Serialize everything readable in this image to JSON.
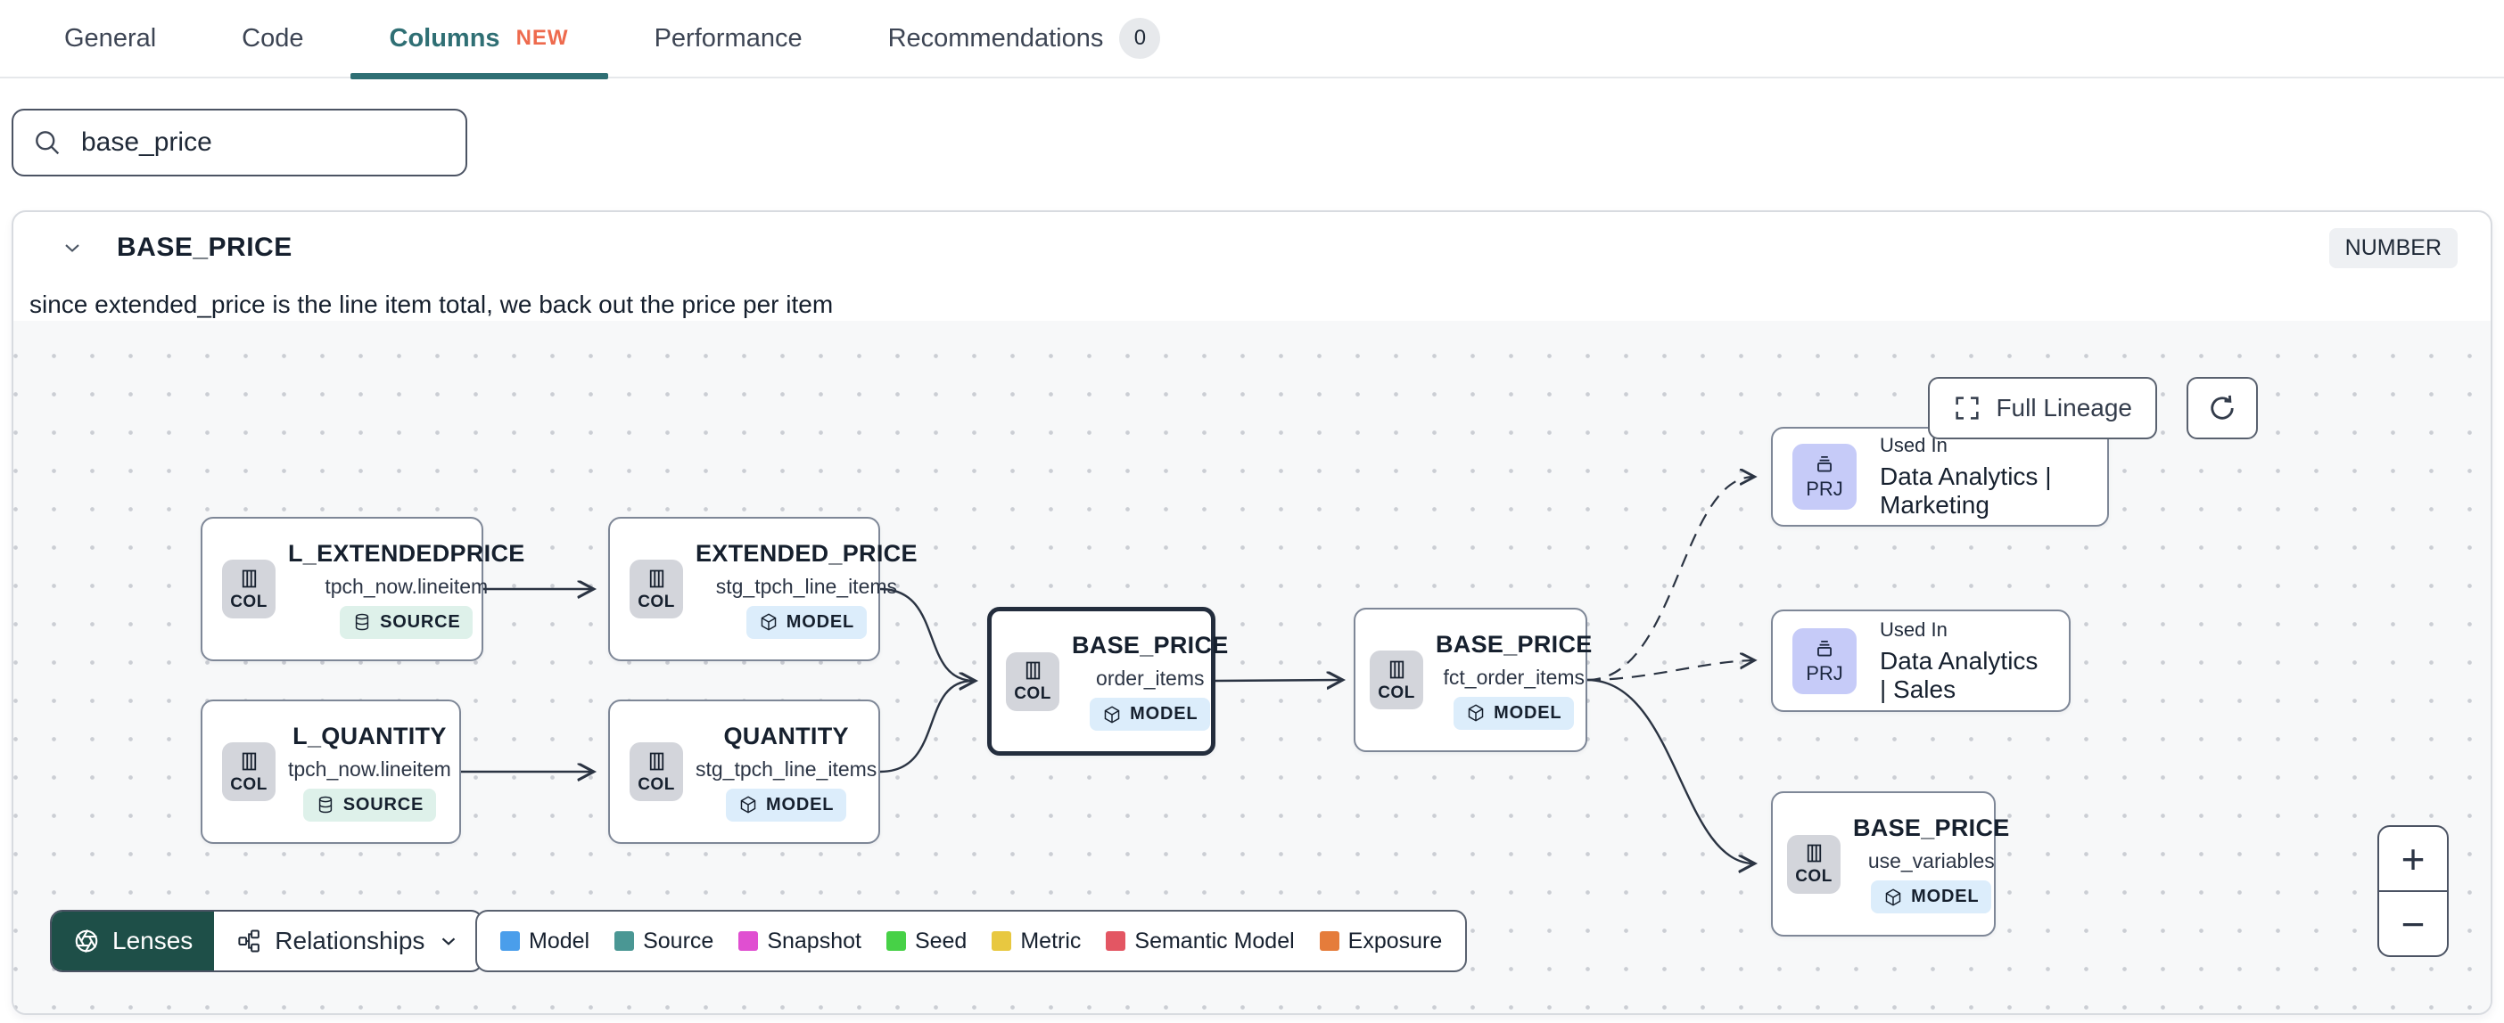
{
  "tabs": {
    "items": [
      {
        "label": "General"
      },
      {
        "label": "Code"
      },
      {
        "label": "Columns",
        "badge": "NEW"
      },
      {
        "label": "Performance"
      },
      {
        "label": "Recommendations",
        "count": "0"
      }
    ]
  },
  "search": {
    "value": "base_price"
  },
  "column": {
    "name": "BASE_PRICE",
    "type": "NUMBER",
    "description": "since extended_price is the line item total, we back out the price per item"
  },
  "lineage": {
    "full_lineage_label": "Full Lineage",
    "nodes": [
      {
        "title": "L_EXTENDEDPRICE",
        "subtitle": "tpch_now.lineitem",
        "icon": "COL",
        "badge": "SOURCE"
      },
      {
        "title": "EXTENDED_PRICE",
        "subtitle": "stg_tpch_line_items",
        "icon": "COL",
        "badge": "MODEL"
      },
      {
        "title": "L_QUANTITY",
        "subtitle": "tpch_now.lineitem",
        "icon": "COL",
        "badge": "SOURCE"
      },
      {
        "title": "QUANTITY",
        "subtitle": "stg_tpch_line_items",
        "icon": "COL",
        "badge": "MODEL"
      },
      {
        "title": "BASE_PRICE",
        "subtitle": "order_items",
        "icon": "COL",
        "badge": "MODEL",
        "selected": true
      },
      {
        "title": "BASE_PRICE",
        "subtitle": "fct_order_items",
        "icon": "COL",
        "badge": "MODEL"
      },
      {
        "eyebrow": "Used In",
        "title": "Data Analytics | Marketing",
        "icon": "PRJ"
      },
      {
        "eyebrow": "Used In",
        "title": "Data Analytics | Sales",
        "icon": "PRJ"
      },
      {
        "title": "BASE_PRICE",
        "subtitle": "use_variables",
        "icon": "COL",
        "badge": "MODEL"
      }
    ],
    "edges": [
      {
        "from": "L_EXTENDEDPRICE (tpch_now.lineitem)",
        "to": "EXTENDED_PRICE (stg_tpch_line_items)",
        "style": "solid"
      },
      {
        "from": "L_QUANTITY (tpch_now.lineitem)",
        "to": "QUANTITY (stg_tpch_line_items)",
        "style": "solid"
      },
      {
        "from": "EXTENDED_PRICE (stg_tpch_line_items)",
        "to": "BASE_PRICE (order_items)",
        "style": "solid"
      },
      {
        "from": "QUANTITY (stg_tpch_line_items)",
        "to": "BASE_PRICE (order_items)",
        "style": "solid"
      },
      {
        "from": "BASE_PRICE (order_items)",
        "to": "BASE_PRICE (fct_order_items)",
        "style": "solid"
      },
      {
        "from": "BASE_PRICE (fct_order_items)",
        "to": "Data Analytics | Marketing",
        "style": "dashed"
      },
      {
        "from": "BASE_PRICE (fct_order_items)",
        "to": "Data Analytics | Sales",
        "style": "dashed"
      },
      {
        "from": "BASE_PRICE (fct_order_items)",
        "to": "BASE_PRICE (use_variables)",
        "style": "solid"
      }
    ],
    "controls": {
      "lenses": "Lenses",
      "relationships": "Relationships",
      "zoom_in": "+",
      "zoom_out": "−"
    },
    "legend": {
      "items": [
        {
          "label": "Model",
          "color": "#4A9EEB"
        },
        {
          "label": "Source",
          "color": "#4A9794"
        },
        {
          "label": "Snapshot",
          "color": "#E04FD1"
        },
        {
          "label": "Seed",
          "color": "#47D147"
        },
        {
          "label": "Metric",
          "color": "#E8C840"
        },
        {
          "label": "Semantic Model",
          "color": "#E35663"
        },
        {
          "label": "Exposure",
          "color": "#E57C3B"
        }
      ]
    }
  },
  "colors": {
    "accent_teal": "#2F6F74",
    "new_badge": "#EE6A4D",
    "lenses_green": "#1E4F48"
  }
}
